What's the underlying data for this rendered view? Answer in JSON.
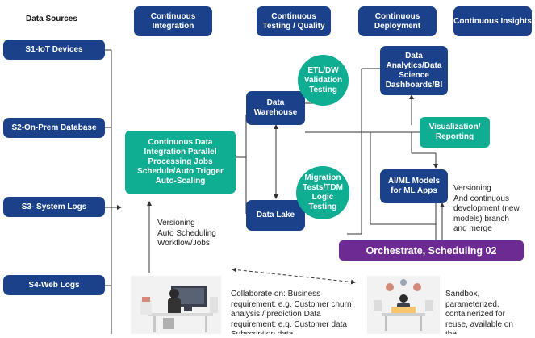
{
  "title": "Data Sources",
  "phases": [
    {
      "label": "Continuous Integration"
    },
    {
      "label": "Continuous Testing / Quality"
    },
    {
      "label": "Continuous Deployment"
    },
    {
      "label": "Continuous Insights"
    }
  ],
  "sources": [
    {
      "label": "S1-IoT Devices"
    },
    {
      "label": "S2-On-Prem Database"
    },
    {
      "label": "S3- System Logs"
    },
    {
      "label": "S4-Web Logs"
    }
  ],
  "nodes": {
    "ci_processing": "Continuous Data Integration Parallel Processing Jobs Schedule/Auto Trigger Auto-Scaling",
    "data_warehouse": "Data Warehouse",
    "data_lake": "Data Lake",
    "etl_validation": "ETL/DW Validation Testing",
    "migration_testing": "Migration Tests/TDM Logic Testing",
    "analytics": "Data Analytics/Data Science Dashboards/BI",
    "visualization": "Visualization/ Reporting",
    "aiml": "AI/ML Models for ML Apps",
    "orchestrate": "Orchestrate, Scheduling 02"
  },
  "notes": {
    "versioning_left": "Versioning\nAuto Scheduling\nWorkflow/Jobs",
    "versioning_right": "Versioning\nAnd continuous\ndevelopment (new\nmodels) branch\nand merge",
    "collaborate": "Collaborate on: Business requirement: e.g. Customer churn analysis / prediction Data requirement: e.g. Customer data Subscription data",
    "sandbox": "Sandbox, parameterized, containerized for reuse, available on the"
  },
  "colors": {
    "navy": "#1a4189",
    "teal": "#0fae93",
    "purple": "#6c2a92"
  }
}
